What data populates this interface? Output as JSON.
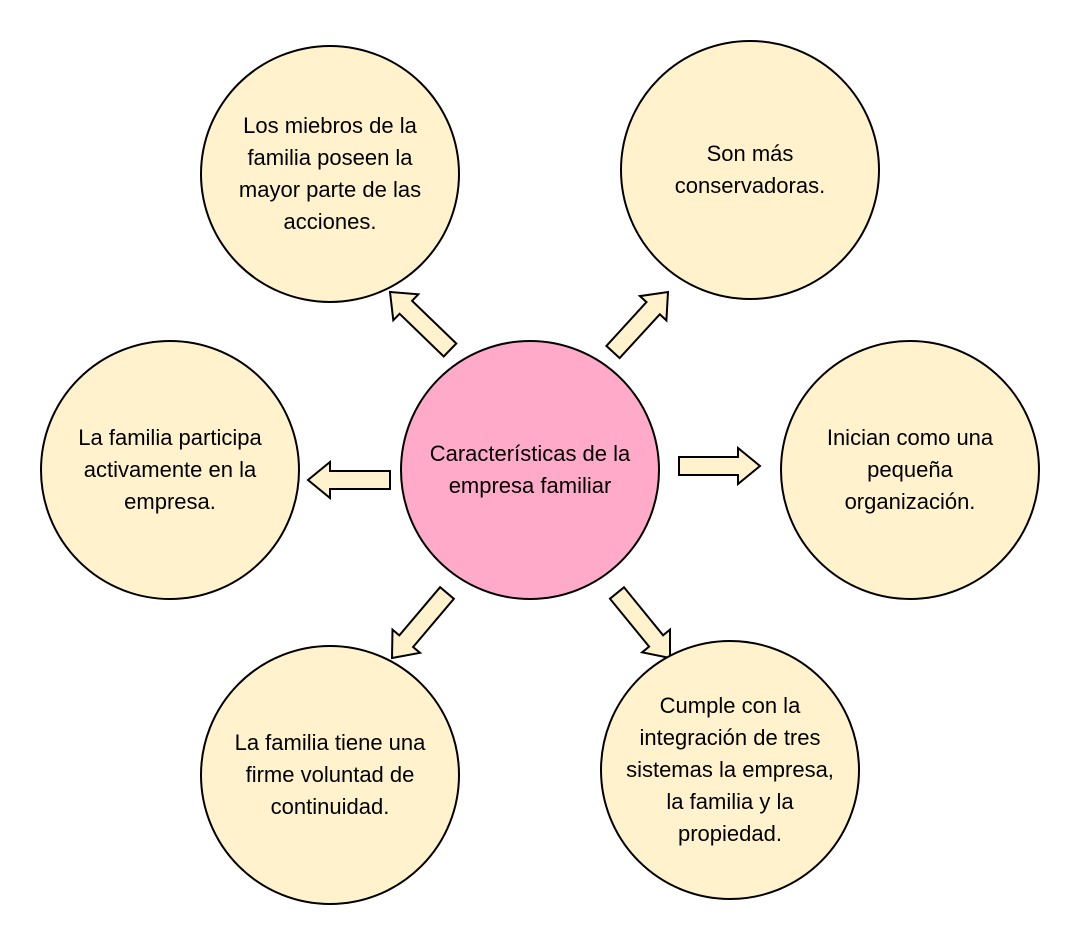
{
  "colors": {
    "center_fill": "#ffaac9",
    "node_fill": "#fff2cc",
    "arrow_fill": "#fff2cc",
    "stroke": "#000000"
  },
  "center": {
    "label": "Características de la empresa familiar"
  },
  "nodes": [
    {
      "id": "top-left",
      "label": "Los miebros de la familia poseen la mayor parte de las acciones."
    },
    {
      "id": "top-right",
      "label": "Son más conservadoras."
    },
    {
      "id": "left",
      "label": "La familia participa activamente en la empresa."
    },
    {
      "id": "right",
      "label": "Inician como una pequeña organización."
    },
    {
      "id": "bottom-left",
      "label": "La familia tiene una firme voluntad de continuidad."
    },
    {
      "id": "bottom-right",
      "label": "Cumple con la integración de tres sistemas la empresa, la familia y la propiedad."
    }
  ]
}
